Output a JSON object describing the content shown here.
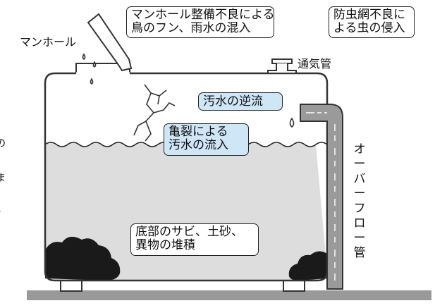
{
  "callouts": {
    "manhole_issue": [
      "マンホール整備不良による",
      "鳥のフン、雨水の混入"
    ],
    "screen_issue": [
      "防虫網不良に",
      "よる虫の侵入"
    ],
    "backflow": "汚水の逆流",
    "crack": [
      "亀裂による",
      "汚水の流入"
    ],
    "bottom": [
      "底部のサビ、土砂、",
      "異物の堆積"
    ]
  },
  "labels": {
    "manhole": "マンホール",
    "vent_pipe": "通気管",
    "overflow_pipe": [
      "オ",
      "ー",
      "バ",
      "ー",
      "フ",
      "ロ",
      "ー",
      "管"
    ]
  },
  "edge_marks": [
    "の",
    "ま",
    "、"
  ],
  "colors": {
    "water": "#dddddd",
    "callout_blue": "#cfe6f7",
    "sediment": "#1a1a1a",
    "ground": "#999999",
    "pipe": "#9a9a9a"
  }
}
